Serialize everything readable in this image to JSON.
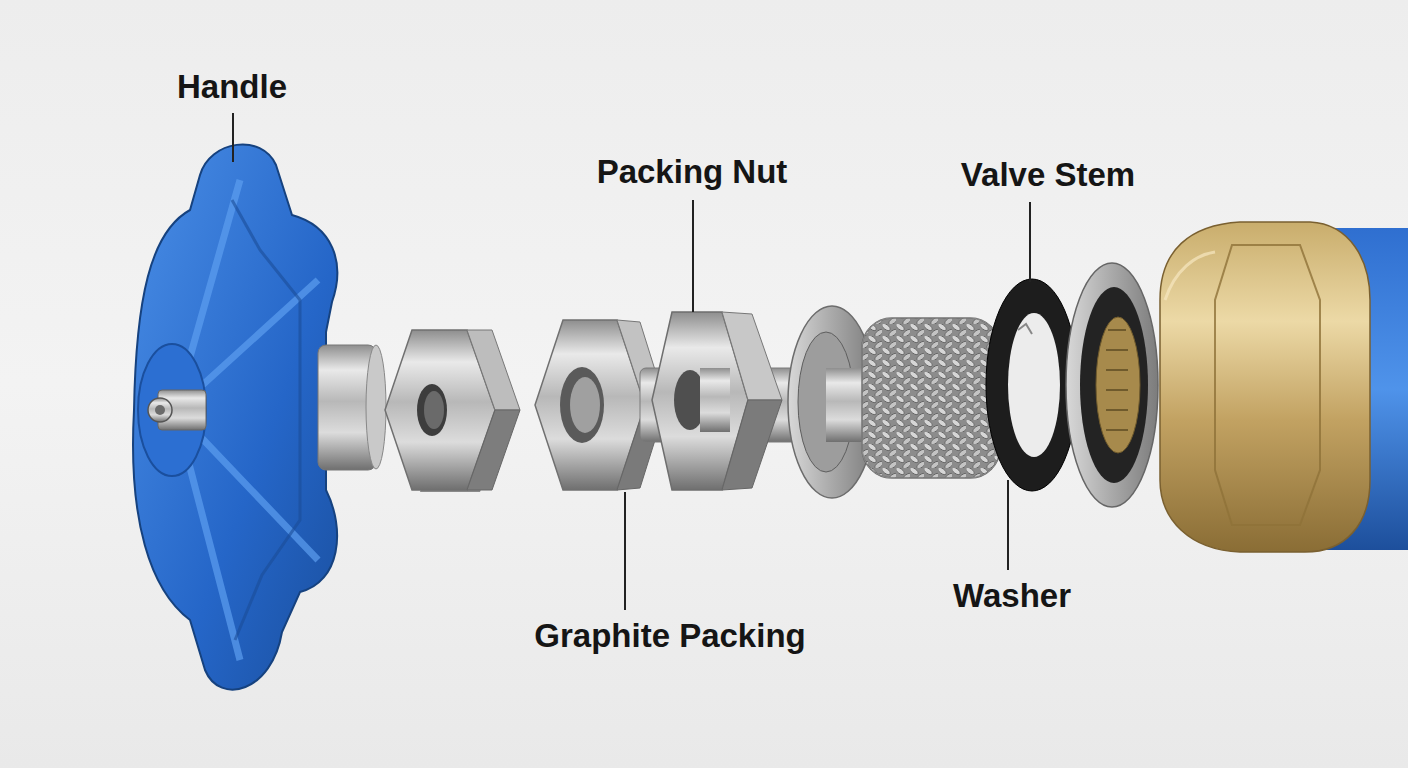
{
  "diagram": {
    "labels": [
      "Handle",
      "Packing Nut",
      "Valve Stem",
      "Graphite Packing",
      "Washer"
    ]
  }
}
